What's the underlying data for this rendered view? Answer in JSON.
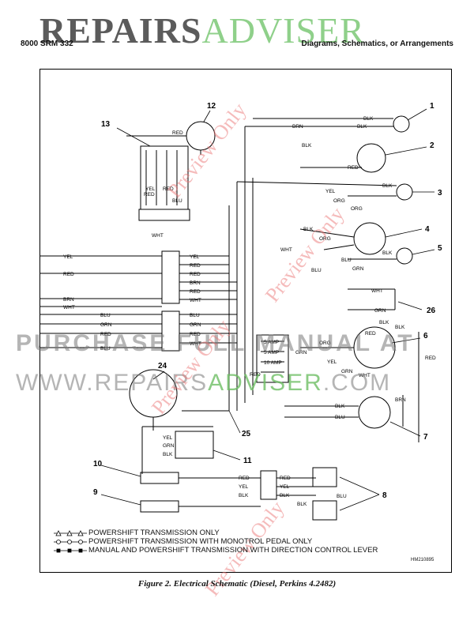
{
  "watermark": {
    "brand_part1": "REPAIRS",
    "brand_part2": "ADVISER",
    "purchase_text": "PURCHASE FULL MANUAL AT",
    "url_part1": "WWW.REPAIRS",
    "url_part2": "ADVISER",
    "url_part3": ".COM",
    "preview_text": "Preview Only"
  },
  "header": {
    "doc_code": "8000 SRM 332",
    "section_title": "Diagrams, Schematics, or Arrangements"
  },
  "callouts": [
    "1",
    "2",
    "3",
    "4",
    "5",
    "6",
    "7",
    "8",
    "9",
    "10",
    "11",
    "12",
    "13",
    "24",
    "25",
    "26"
  ],
  "wire_labels": {
    "left_bus": [
      "YEL",
      "RED",
      "BRN",
      "WHT",
      "BLU",
      "GRN",
      "RED",
      "BLU"
    ],
    "connector_top": [
      "YEL",
      "RED",
      "RED",
      "BRN",
      "RED",
      "WHT"
    ],
    "connector_mid": [
      "BLU",
      "GRN",
      "RED",
      "WHT"
    ],
    "fuses": [
      "5 AMP",
      "5 AMP",
      "10 AMP"
    ],
    "misc": [
      "RED",
      "BLK",
      "BRN",
      "BLK",
      "RED",
      "BLK",
      "BLK",
      "YEL",
      "ORG",
      "ORG",
      "BLK",
      "ORG",
      "BLK",
      "BLU",
      "WHT",
      "GRN",
      "GRN",
      "WHT",
      "BLK",
      "GRN",
      "BLU",
      "RED",
      "BLK",
      "RED",
      "ORG",
      "YEL",
      "GRN",
      "WHT",
      "BRN",
      "RED",
      "BLK",
      "BLU",
      "YEL",
      "GRN",
      "BLK",
      "RED",
      "YEL",
      "BLK",
      "RED",
      "YEL",
      "BLK",
      "BLK",
      "BLU",
      "RED",
      "YEL",
      "RED",
      "BLU",
      "WHT"
    ]
  },
  "legend": [
    "POWERSHIFT TRANSMISSION ONLY",
    "POWERSHIFT TRANSMISSION WITH MONOTROL PEDAL ONLY",
    "MANUAL AND POWERSHIFT TRANSMISSION WITH DIRECTION CONTROL LEVER"
  ],
  "drawing_code": "HM210895",
  "caption": "Figure 2. Electrical Schematic (Diesel, Perkins 4.2482)"
}
